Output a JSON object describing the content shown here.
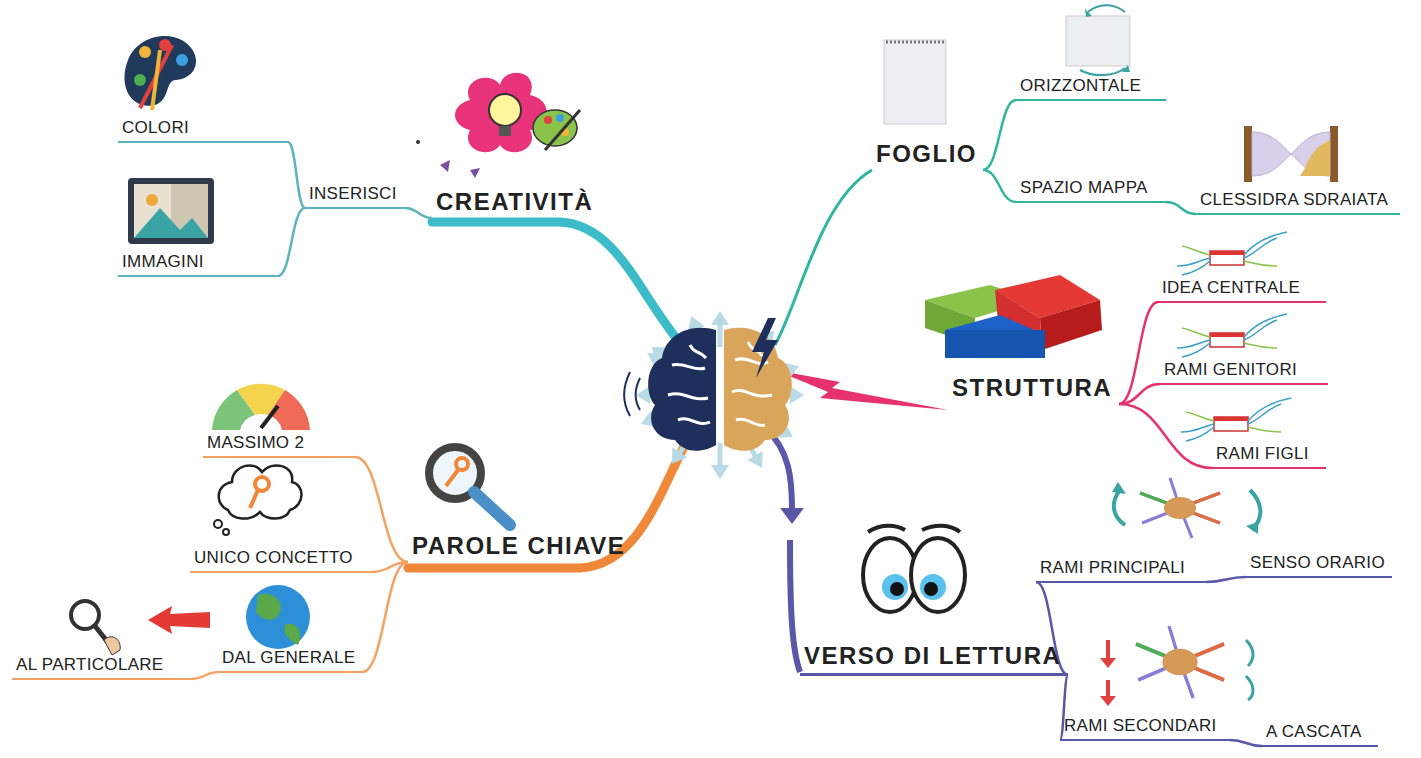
{
  "diagram": {
    "nodes": [
      {
        "text": [
          "CREATIVITÀ"
        ]
      },
      {
        "text": [
          "INSERISCI"
        ]
      },
      {
        "text": [
          "COLORI"
        ]
      },
      {
        "text": [
          "IMMAGINI"
        ]
      },
      {
        "text": [
          "FOGLIO"
        ]
      },
      {
        "text": [
          "ORIZZONTALE"
        ]
      },
      {
        "text": [
          "SPAZIO MAPPA"
        ]
      },
      {
        "text": [
          "CLESSIDRA SDRAIATA"
        ]
      },
      {
        "text": [
          "STRUTTURA"
        ]
      },
      {
        "text": [
          "IDEA CENTRALE"
        ]
      },
      {
        "text": [
          "RAMI GENITORI"
        ]
      },
      {
        "text": [
          "RAMI FIGLI"
        ]
      },
      {
        "text": [
          "VERSO DI LETTURA"
        ]
      },
      {
        "text": [
          "RAMI PRINCIPALI"
        ]
      },
      {
        "text": [
          "SENSO ORARIO"
        ]
      },
      {
        "text": [
          "RAMI SECONDARI"
        ]
      },
      {
        "text": [
          "A CASCATA"
        ]
      },
      {
        "text": [
          "PAROLE CHIAVE"
        ]
      },
      {
        "text": [
          "MASSIMO 2"
        ]
      },
      {
        "text": [
          "UNICO CONCETTO"
        ]
      },
      {
        "text": [
          "DAL GENERALE"
        ]
      },
      {
        "text": [
          "AL PARTICOLARE"
        ]
      }
    ],
    "edges": [
      {
        "from": 0,
        "to": 1,
        "arrow": "none"
      },
      {
        "from": 1,
        "to": 2,
        "arrow": "none"
      },
      {
        "from": 1,
        "to": 3,
        "arrow": "none"
      },
      {
        "from": 4,
        "to": 5,
        "arrow": "none"
      },
      {
        "from": 4,
        "to": 6,
        "arrow": "none"
      },
      {
        "from": 6,
        "to": 7,
        "arrow": "none"
      },
      {
        "from": 8,
        "to": 9,
        "arrow": "none"
      },
      {
        "from": 8,
        "to": 10,
        "arrow": "none"
      },
      {
        "from": 8,
        "to": 11,
        "arrow": "none"
      },
      {
        "from": 12,
        "to": 13,
        "arrow": "none"
      },
      {
        "from": 13,
        "to": 14,
        "arrow": "none"
      },
      {
        "from": 12,
        "to": 15,
        "arrow": "none"
      },
      {
        "from": 15,
        "to": 16,
        "arrow": "none"
      },
      {
        "from": 17,
        "to": 18,
        "arrow": "none"
      },
      {
        "from": 17,
        "to": 19,
        "arrow": "none"
      },
      {
        "from": 17,
        "to": 20,
        "arrow": "none"
      },
      {
        "from": 20,
        "to": 21,
        "arrow": "none"
      }
    ]
  }
}
